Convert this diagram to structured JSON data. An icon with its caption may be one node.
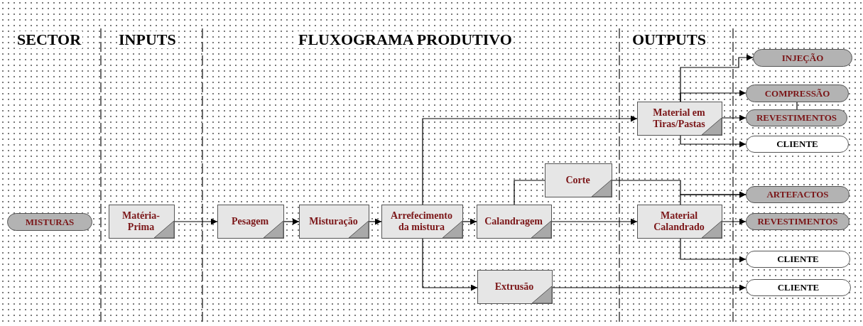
{
  "diagram": {
    "nodes": [
      {
        "text": [
          "MISTURAS"
        ]
      },
      {
        "text": [
          "Matéria-Prima"
        ]
      },
      {
        "text": [
          "Pesagem"
        ]
      },
      {
        "text": [
          "Misturação"
        ]
      },
      {
        "text": [
          "Arrefecimento da mistura"
        ]
      },
      {
        "text": [
          "Calandragem"
        ]
      },
      {
        "text": [
          "Corte"
        ]
      },
      {
        "text": [
          "Extrusão"
        ]
      },
      {
        "text": [
          "Material em Tiras/Pastas"
        ]
      },
      {
        "text": [
          "Material Calandrado"
        ]
      },
      {
        "text": [
          "INJEÇÃO"
        ]
      },
      {
        "text": [
          "COMPRESSÃO"
        ]
      },
      {
        "text": [
          "REVESTIMENTOS"
        ]
      },
      {
        "text": [
          "CLIENTE"
        ]
      },
      {
        "text": [
          "ARTEFACTOS"
        ]
      },
      {
        "text": [
          "REVESTIMENTOS"
        ]
      },
      {
        "text": [
          "CLIENTE"
        ]
      },
      {
        "text": [
          "CLIENTE"
        ]
      }
    ],
    "edges": [
      {
        "from": 1,
        "to": 2,
        "arrow": "to"
      },
      {
        "from": 2,
        "to": 3,
        "arrow": "to"
      },
      {
        "from": 3,
        "to": 4,
        "arrow": "to"
      },
      {
        "from": 4,
        "to": 5,
        "arrow": "to"
      },
      {
        "from": 4,
        "to": 8,
        "arrow": "to"
      },
      {
        "from": 4,
        "to": 7,
        "arrow": "to"
      },
      {
        "from": 5,
        "to": 6,
        "arrow": "none"
      },
      {
        "from": 5,
        "to": 9,
        "arrow": "to"
      },
      {
        "from": 6,
        "to": 14,
        "arrow": "to"
      },
      {
        "from": 9,
        "to": 14,
        "arrow": "to"
      },
      {
        "from": 9,
        "to": 15,
        "arrow": "to"
      },
      {
        "from": 9,
        "to": 16,
        "arrow": "to"
      },
      {
        "from": 7,
        "to": 17,
        "arrow": "to"
      },
      {
        "from": 8,
        "to": 10,
        "arrow": "to"
      },
      {
        "from": 8,
        "to": 11,
        "arrow": "to"
      },
      {
        "from": 8,
        "to": 12,
        "arrow": "to"
      },
      {
        "from": 8,
        "to": 13,
        "arrow": "to"
      },
      {
        "from": 11,
        "to": 12,
        "arrow": "none"
      }
    ],
    "labels": [
      "SECTOR",
      "INPUTS",
      "FLUXOGRAMA PRODUTIVO",
      "OUTPUTS"
    ]
  }
}
